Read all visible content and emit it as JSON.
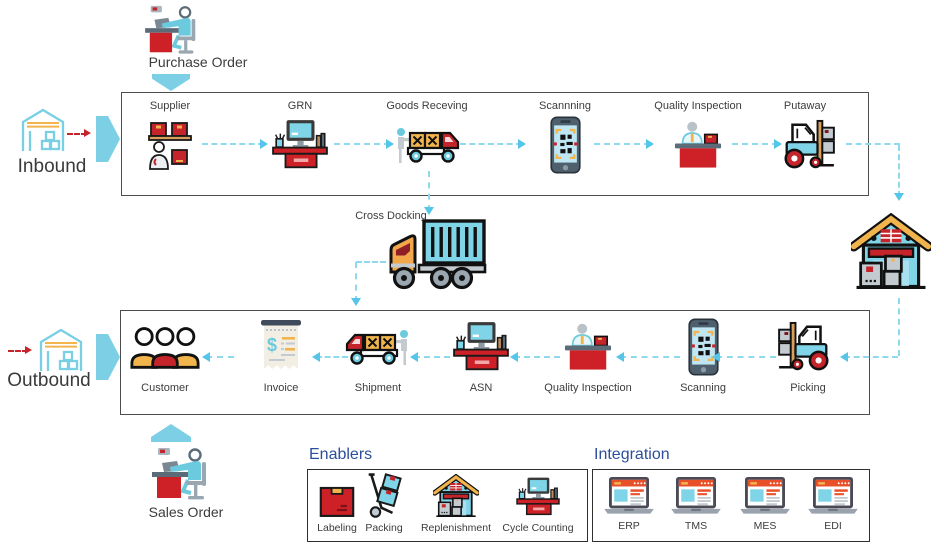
{
  "headings": {
    "purchase_order": "Purchase Order",
    "sales_order": "Sales Order",
    "inbound": "Inbound",
    "outbound": "Outbound",
    "cross_docking": "Cross Docking",
    "enablers": "Enablers",
    "integration": "Integration"
  },
  "inbound_steps": [
    "Supplier",
    "GRN",
    "Goods Receving",
    "Scannning",
    "Quality Inspection",
    "Putaway"
  ],
  "outbound_steps": [
    "Customer",
    "Invoice",
    "Shipment",
    "ASN",
    "Quality Inspection",
    "Scanning",
    "Picking"
  ],
  "enablers": [
    "Labeling",
    "Packing",
    "Replenishment",
    "Cycle Counting"
  ],
  "integration": [
    "ERP",
    "TMS",
    "MES",
    "EDI"
  ],
  "glyphs": {
    "invoice_currency": "$"
  },
  "colors": {
    "flow_dash": "#8fd9ef",
    "flow_arrowhead": "#55c5e8",
    "accent_arrow": "#7ccfe4",
    "alert_red": "#c5242b",
    "section_title": "#2b4f9c",
    "label_text": "#3c3c3c",
    "box_border": "#4d4d4d"
  }
}
